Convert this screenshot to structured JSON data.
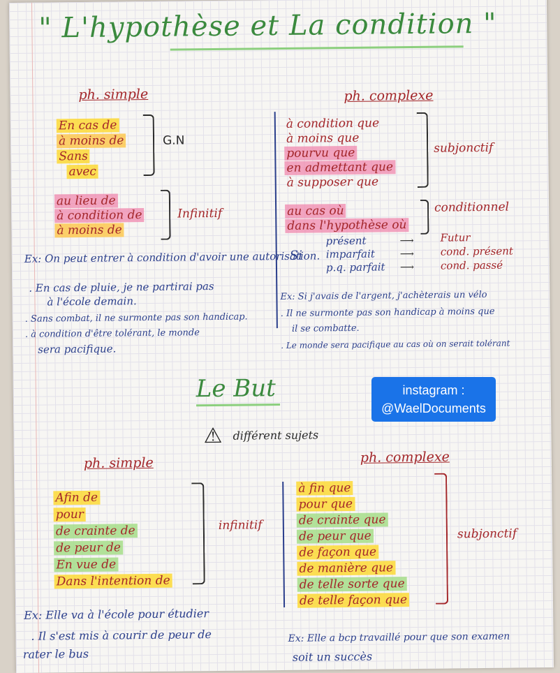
{
  "title": "\" L'hypothèse et La condition \"",
  "section_hyp": {
    "simple": {
      "heading": "ph. simple",
      "gn_items": [
        "En cas de",
        "à moins de",
        "Sans",
        "avec"
      ],
      "gn_label": "G.N",
      "inf_items": [
        "au lieu de",
        "à condition de",
        "à moins de"
      ],
      "inf_label": "Infinitif"
    },
    "complexe": {
      "heading": "ph. complexe",
      "subj_items": [
        "à condition que",
        "à moins que",
        "pourvu que",
        "en admettant que",
        "à supposer que"
      ],
      "subj_label": "subjonctif",
      "cond_items": [
        "au cas où",
        "dans l'hypothèse où"
      ],
      "cond_label": "conditionnel",
      "si_label": "Si",
      "tenses": [
        "présent",
        "imparfait",
        "p.q. parfait"
      ],
      "results": [
        "Futur",
        "cond. présent",
        "cond. passé"
      ]
    },
    "ex_simple": [
      "Ex: On peut entrer à condition d'avoir une autorisation.",
      ". En cas de pluie, je ne partirai pas",
      "à l'école demain.",
      ". Sans combat, il ne surmonte pas son handicap.",
      ". à condition d'être tolérant, le monde",
      "sera pacifique."
    ],
    "ex_complexe": [
      "Ex: Si j'avais de l'argent, j'achèterais un vélo",
      ". Il ne surmonte pas son handicap à moins que",
      "il se combatte.",
      ". Le monde sera pacifique au cas où on serait tolérant"
    ]
  },
  "section_but": {
    "title": "Le But",
    "warning": "différent sujets",
    "simple": {
      "heading": "ph. simple",
      "items": [
        "Afin de",
        "pour",
        "de crainte de",
        "de peur de",
        "En vue de",
        "Dans l'intention de"
      ],
      "label": "infinitif"
    },
    "complexe": {
      "heading": "ph. complexe",
      "items": [
        "à fin que",
        "pour que",
        "de crainte que",
        "de peur que",
        "de façon que",
        "de manière que",
        "de telle sorte que",
        "de telle façon que"
      ],
      "label": "subjonctif"
    },
    "ex_simple": [
      "Ex: Elle va à l'école pour étudier",
      ". Il s'est mis à courir de peur de",
      "rater le bus"
    ],
    "ex_complexe": [
      "Ex: Elle a bcp travaillé pour que son examen",
      "soit un succès"
    ]
  },
  "watermark": {
    "line1": "instagram :",
    "line2": "@WaelDocuments"
  }
}
